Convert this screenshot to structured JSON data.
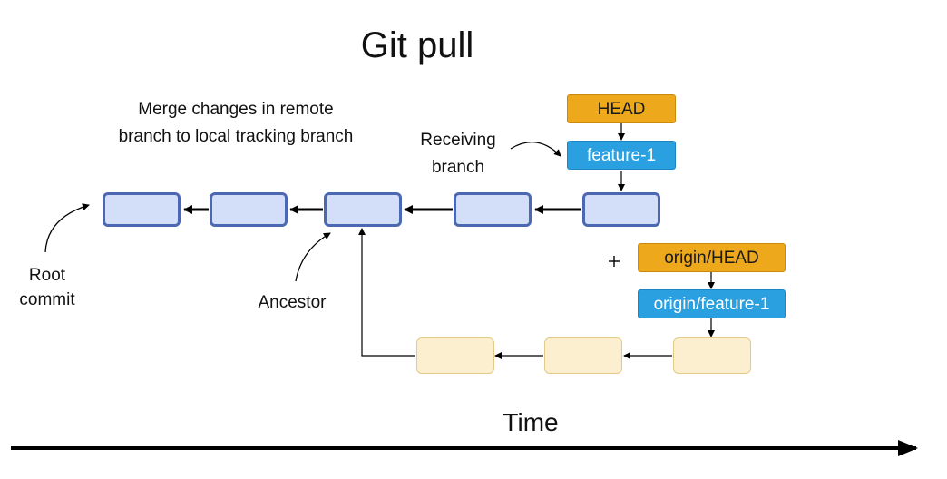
{
  "title": "Git pull",
  "caption": {
    "line1": "Merge changes in remote",
    "line2": "branch to local tracking branch"
  },
  "annotations": {
    "receiving_line1": "Receiving",
    "receiving_line2": "branch",
    "root_line1": "Root",
    "root_line2": "commit",
    "ancestor": "Ancestor"
  },
  "labels": {
    "head": "HEAD",
    "feature": "feature-1",
    "origin_head": "origin/HEAD",
    "origin_feature": "origin/feature-1"
  },
  "timeline": {
    "label": "Time"
  },
  "colors": {
    "local_fill": "#d3def8",
    "local_border": "#4d68b2",
    "remote_fill": "#fbefcf",
    "remote_border": "#e4c987",
    "head_label": "#eda91b",
    "branch_label": "#2aa0e0"
  }
}
